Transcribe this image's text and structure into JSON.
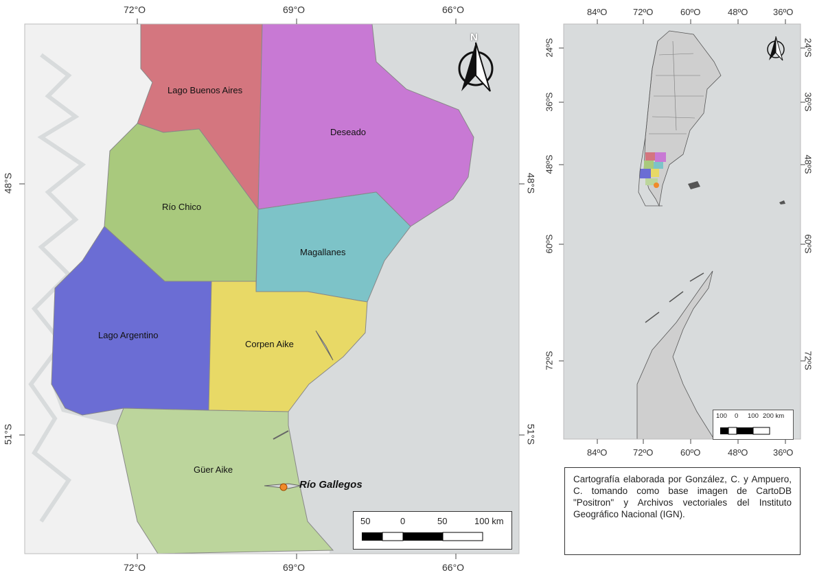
{
  "main_map": {
    "top_longitudes": [
      "72°O",
      "69°O",
      "66°O"
    ],
    "bottom_longitudes": [
      "72°O",
      "69°O",
      "66°O"
    ],
    "left_latitudes": [
      "48°S",
      "51°S"
    ],
    "right_latitudes": [
      "48°S",
      "51°S"
    ],
    "north_label": "N",
    "departments": [
      {
        "name": "Lago Buenos Aires",
        "color": "#d4767f"
      },
      {
        "name": "Deseado",
        "color": "#c879d4"
      },
      {
        "name": "Río Chico",
        "color": "#a9c97d"
      },
      {
        "name": "Magallanes",
        "color": "#7dc3c8"
      },
      {
        "name": "Lago Argentino",
        "color": "#6b6dd4"
      },
      {
        "name": "Corpen Aike",
        "color": "#e8d966"
      },
      {
        "name": "Güer Aike",
        "color": "#bcd59c"
      }
    ],
    "city": "Río Gallegos",
    "city_color": "#f08a2a",
    "scale_labels": [
      "50",
      "0",
      "50",
      "100 km"
    ]
  },
  "inset_map": {
    "top_longitudes": [
      "84ºO",
      "72ºO",
      "60ºO",
      "48ºO",
      "36ºO"
    ],
    "bottom_longitudes": [
      "84ºO",
      "72ºO",
      "60ºO",
      "48ºO",
      "36ºO"
    ],
    "left_latitudes": [
      "24ºS",
      "36ºS",
      "48ºS",
      "60ºS",
      "72ºS"
    ],
    "right_latitudes": [
      "24ºS",
      "36ºS",
      "48ºS",
      "60ºS",
      "72ºS"
    ],
    "scale_labels": [
      "100",
      "0",
      "100",
      "200 km"
    ]
  },
  "credit": "Cartografía elaborada por González, C. y Ampuero, C. tomando como base imagen de CartoDB \"Positron\" y Archivos vectoriales del Instituto Geográfico Nacional (IGN).",
  "colors": {
    "sea": "#d8dbdc",
    "land": "#f2f2f2"
  }
}
